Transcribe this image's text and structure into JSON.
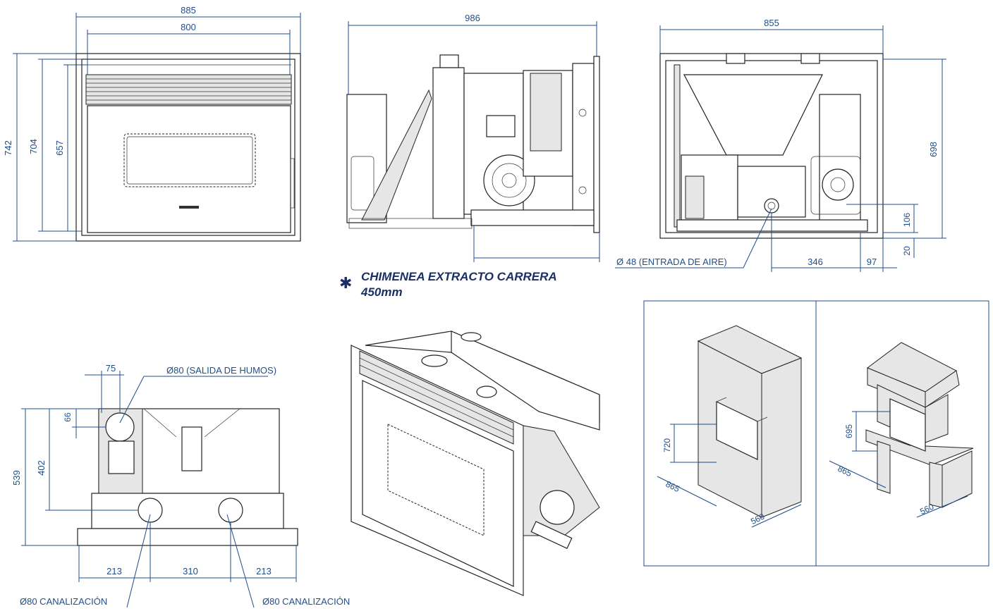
{
  "front_view": {
    "width_outer": "885",
    "width_inner": "800",
    "height_outer": "742",
    "height_mid": "704",
    "height_inner": "657"
  },
  "side_view": {
    "depth": "986",
    "note_line1": "CHIMENEA EXTRACTO CARRERA",
    "note_line2": "450mm"
  },
  "rear_view": {
    "width": "855",
    "height": "698",
    "air_inlet_label": "Ø 48 (ENTRADA DE AIRE)",
    "offset_346": "346",
    "offset_97": "97",
    "height_106": "106",
    "height_20": "20"
  },
  "top_view": {
    "flue_label": "Ø80 (SALIDA DE HUMOS)",
    "flue_offset": "75",
    "flue_depth": "66",
    "depth_total": "539",
    "depth_402": "402",
    "spacing_left": "213",
    "spacing_mid": "310",
    "spacing_right": "213",
    "duct_label_left": "Ø80 CANALIZACIÓN",
    "duct_label_right": "Ø80 CANALIZACIÓN"
  },
  "installation": {
    "left": {
      "height": "720",
      "width": "865",
      "depth": "560"
    },
    "right": {
      "height": "695",
      "width": "865",
      "depth": "560"
    }
  }
}
